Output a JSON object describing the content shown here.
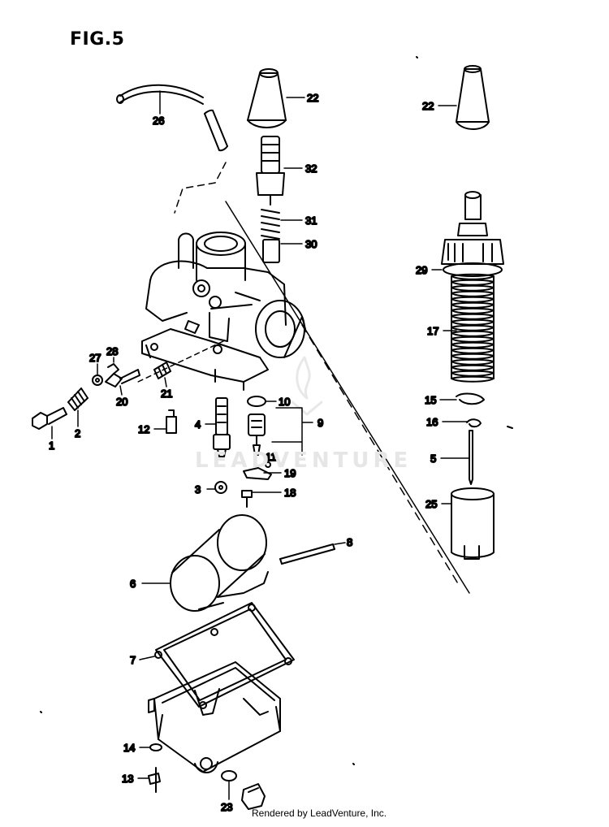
{
  "figure": {
    "title": "FIG.5",
    "footer": "Rendered by LeadVenture, Inc.",
    "watermark": "LEADVENTURE"
  },
  "callouts": [
    {
      "id": "c22a",
      "label": "22"
    },
    {
      "id": "c26",
      "label": "26"
    },
    {
      "id": "c32",
      "label": "32"
    },
    {
      "id": "c31",
      "label": "31"
    },
    {
      "id": "c30",
      "label": "30"
    },
    {
      "id": "c22b",
      "label": "22"
    },
    {
      "id": "c29",
      "label": "29"
    },
    {
      "id": "c17",
      "label": "17"
    },
    {
      "id": "c15",
      "label": "15"
    },
    {
      "id": "c16",
      "label": "16"
    },
    {
      "id": "c5",
      "label": "5"
    },
    {
      "id": "c25",
      "label": "25"
    },
    {
      "id": "c27",
      "label": "27"
    },
    {
      "id": "c28",
      "label": "28"
    },
    {
      "id": "c20",
      "label": "20"
    },
    {
      "id": "c21",
      "label": "21"
    },
    {
      "id": "c1",
      "label": "1"
    },
    {
      "id": "c2",
      "label": "2"
    },
    {
      "id": "c12",
      "label": "12"
    },
    {
      "id": "c4",
      "label": "4"
    },
    {
      "id": "c10",
      "label": "10"
    },
    {
      "id": "c9",
      "label": "9"
    },
    {
      "id": "c11",
      "label": "11"
    },
    {
      "id": "c19",
      "label": "19"
    },
    {
      "id": "c3",
      "label": "3"
    },
    {
      "id": "c18",
      "label": "18"
    },
    {
      "id": "c8",
      "label": "8"
    },
    {
      "id": "c6",
      "label": "6"
    },
    {
      "id": "c7",
      "label": "7"
    },
    {
      "id": "c14",
      "label": "14"
    },
    {
      "id": "c13",
      "label": "13"
    },
    {
      "id": "c23",
      "label": "23"
    }
  ]
}
